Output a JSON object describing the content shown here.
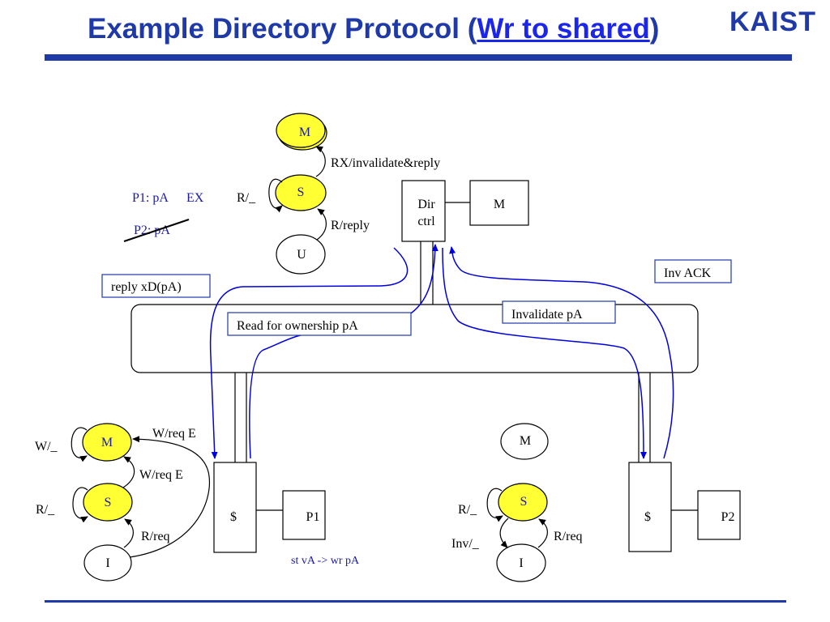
{
  "title": {
    "prefix": "Example Directory Protocol (",
    "link": "Wr to shared",
    "suffix": ")"
  },
  "logo": "KAIST",
  "colors": {
    "title": "#1f3aa6",
    "rule": "#1f3aa6",
    "state_fill": "#ffff33",
    "arrow": "#0000dd",
    "label_blue": "#1a1aa6"
  },
  "top_fsm": {
    "states": [
      "M",
      "S",
      "U"
    ],
    "t_S_to_M": "RX/invalidate&reply",
    "t_S_self": "R/_",
    "t_U_to_S": "R/reply"
  },
  "directory": {
    "dir_label_1": "Dir",
    "dir_label_2": "ctrl",
    "memory": "M"
  },
  "status": {
    "p1": "P1: pA",
    "p1_state": "EX",
    "p2": "P2: pA"
  },
  "messages": {
    "reply": "reply xD(pA)",
    "read_ownership": "Read for ownership pA",
    "invalidate": "Invalidate pA",
    "inv_ack": "Inv ACK"
  },
  "p1_fsm": {
    "states": [
      "M",
      "S",
      "I"
    ],
    "m_self": "W/_",
    "s_self": "R/_",
    "i_to_m": "W/req E",
    "s_to_m": "W/req E",
    "i_to_s": "R/req"
  },
  "p1_node": {
    "cache": "$",
    "proc": "P1",
    "note": "st vA -> wr pA"
  },
  "p2_fsm": {
    "states": [
      "M",
      "S",
      "I"
    ],
    "s_self": "R/_",
    "s_to_i": "Inv/_",
    "i_to_s": "R/req"
  },
  "p2_node": {
    "cache": "$",
    "proc": "P2"
  }
}
